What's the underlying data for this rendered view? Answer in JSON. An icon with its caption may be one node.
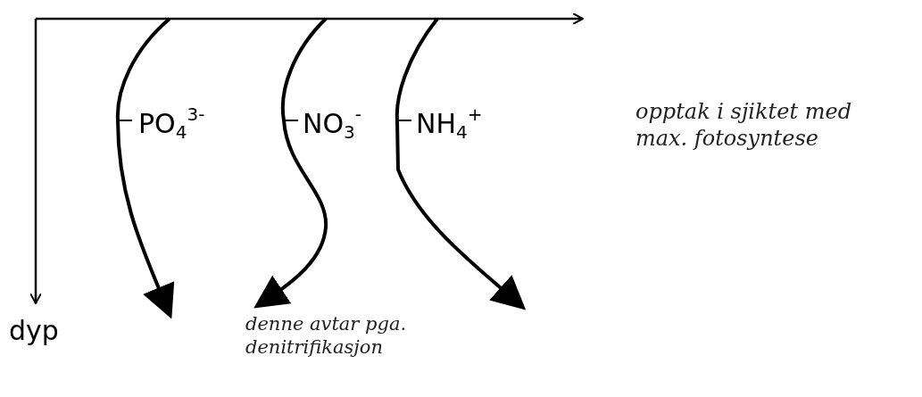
{
  "diagram": {
    "labels": [
      "PO$_{4}$$^{3-}$",
      "NO$_{3}$$^{-}$",
      "NH$_{4}$$^{+}$",
      "opptak i sjiktet med max. fotosyntese",
      "dyp",
      "denne avtar pga. denitrifikasjon"
    ]
  }
}
